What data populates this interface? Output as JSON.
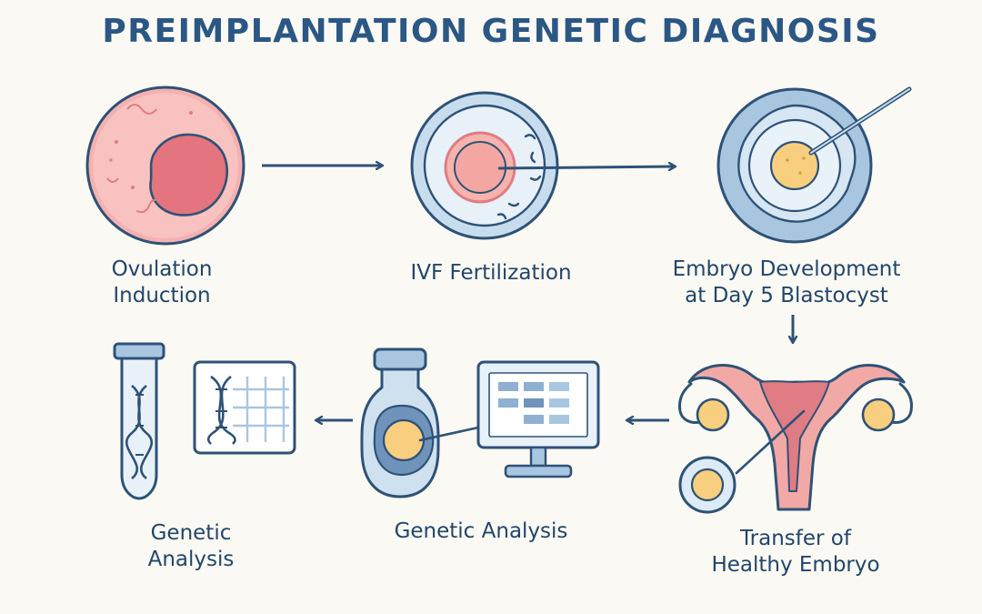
{
  "title": "PREIMPLANTATION GENETIC DIAGNOSIS",
  "steps": [
    {
      "icon": "egg-cell-icon",
      "label": "Ovulation\nInduction"
    },
    {
      "icon": "petri-dish-icon",
      "label": "IVF Fertilization"
    },
    {
      "icon": "biopsy-needle-icon",
      "label": "Embryo Development\nat Day 5 Blastocyst"
    },
    {
      "icon": "uterus-icon",
      "label": "Transfer of\nHealthy Embryo"
    },
    {
      "icon": "embryo-monitor-icon",
      "label": "Genetic Analysis"
    },
    {
      "icon": "dna-test-tube-icon",
      "label": "Genetic\nAnalysis"
    }
  ],
  "colors": {
    "title": "#2b5785",
    "text": "#22466b",
    "outline": "#2e5277",
    "pink": "#f1a3a3",
    "pink_dark": "#e07c83",
    "blue_light": "#dcebf5",
    "blue_mid": "#a9c6e0",
    "yolk": "#f8cf7e",
    "uterus": "#f2a9a6"
  }
}
